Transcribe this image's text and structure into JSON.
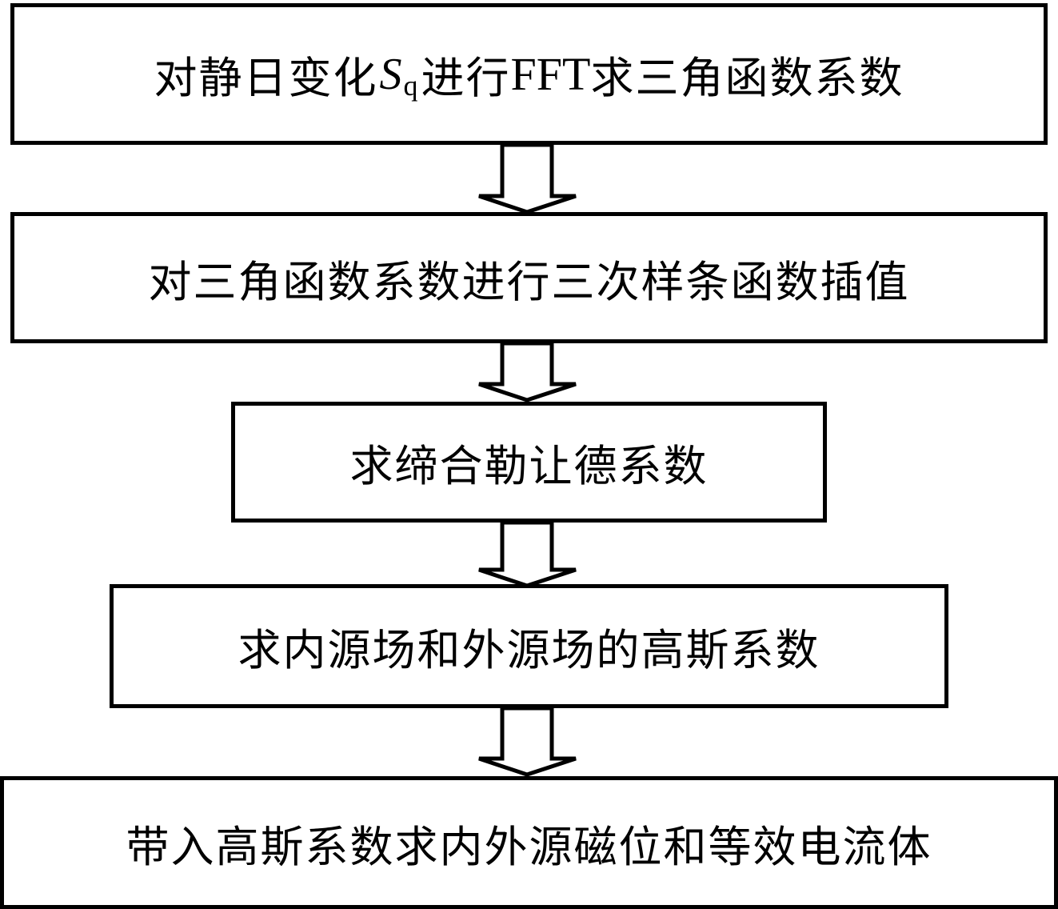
{
  "flowchart": {
    "steps": [
      {
        "prefix": "对静日变化",
        "symbol": "S",
        "subscript": "q",
        "middle": "进行",
        "latin": "FFT",
        "suffix": "求三角函数系数"
      },
      {
        "label": "对三角函数系数进行三次样条函数插值"
      },
      {
        "label": "求缔合勒让德系数"
      },
      {
        "label": "求内源场和外源场的高斯系数"
      },
      {
        "label": "带入高斯系数求内外源磁位和等效电流体"
      }
    ],
    "connector_icon": "hollow-down-arrow",
    "colors": {
      "stroke": "#000000",
      "fill": "#ffffff"
    }
  }
}
